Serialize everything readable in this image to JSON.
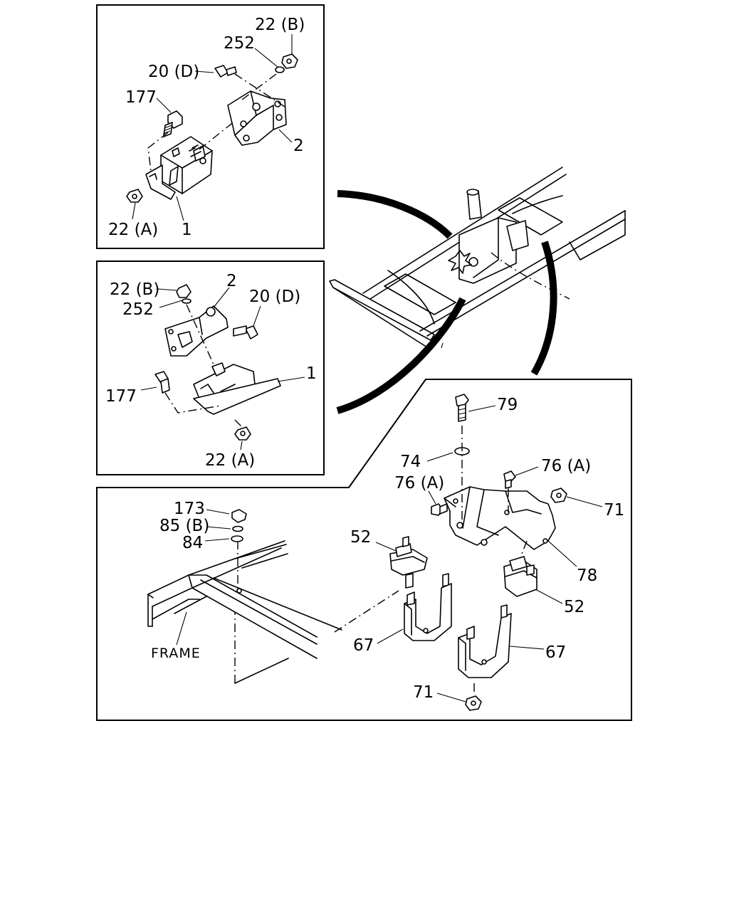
{
  "diagram": {
    "panel_top_left": {
      "labels": {
        "nut_b": "22 (B)",
        "washer": "252",
        "bolt_d": "20 (D)",
        "bolt": "177",
        "bracket": "2",
        "nut_a": "22 (A)",
        "mount": "1"
      }
    },
    "panel_middle_left": {
      "labels": {
        "nut_b": "22 (B)",
        "washer": "252",
        "bracket": "2",
        "bolt_d": "20 (D)",
        "mount": "1",
        "bolt": "177",
        "nut_a": "22 (A)"
      }
    },
    "panel_right": {
      "labels": {
        "bolt": "79",
        "washer": "74",
        "bolt_a_right": "76 (A)",
        "bolt_a_left": "76 (A)",
        "nut_top": "71",
        "crossmember": "78",
        "insulator_left": "52",
        "insulator_right": "52",
        "bracket_left": "67",
        "bracket_right": "67",
        "nut_bottom": "71"
      }
    },
    "panel_bottom": {
      "labels": {
        "nut": "173",
        "washer_b": "85 (B)",
        "washer": "84",
        "frame": "FRAME"
      }
    }
  }
}
